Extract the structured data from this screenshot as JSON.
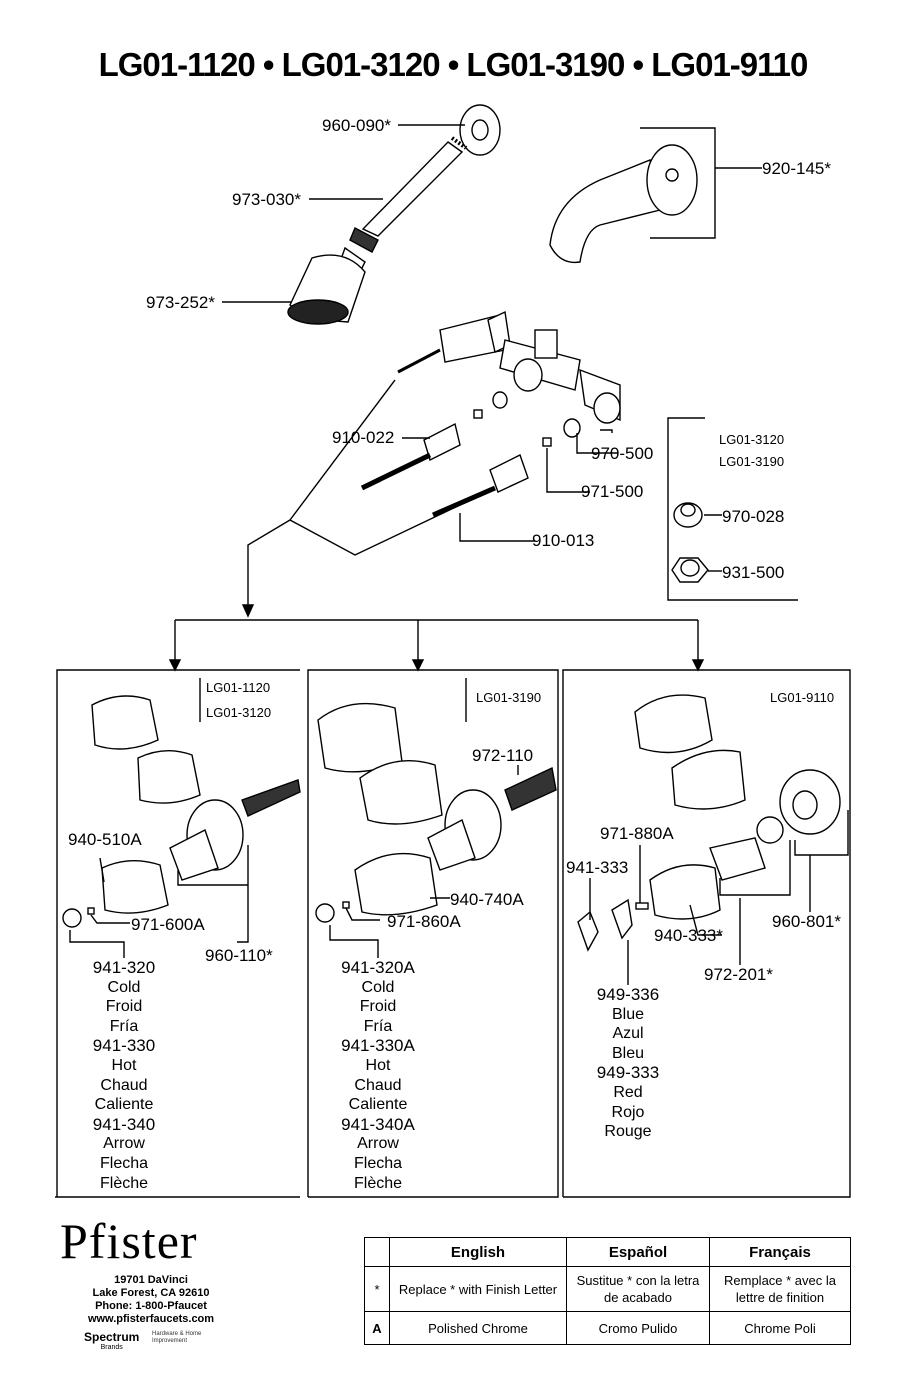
{
  "title": "LG01-1120 • LG01-3120 • LG01-3190 • LG01-9110",
  "parts": {
    "escutcheon_shower": "960-090*",
    "shower_arm": "973-030*",
    "shower_head": "973-252*",
    "tub_spout": "920-145*",
    "stem_922": "910-022",
    "seat_970": "970-500",
    "screw_971": "971-500",
    "stem_913": "910-013",
    "seat_970_028": "970-028",
    "nut_931": "931-500"
  },
  "models_upper": [
    "LG01-3120",
    "LG01-3190"
  ],
  "panel1": {
    "models": [
      "LG01-1120",
      "LG01-3120"
    ],
    "handle": "940-510A",
    "screw": "971-600A",
    "escutcheon": "960-110*",
    "caps": [
      "941-320",
      "Cold",
      "Froid",
      "Fría",
      "941-330",
      "Hot",
      "Chaud",
      "Caliente",
      "941-340",
      "Arrow",
      "Flecha",
      "Flèche"
    ]
  },
  "panel2": {
    "model": "LG01-3190",
    "sleeve": "972-110",
    "handle": "940-740A",
    "screw": "971-860A",
    "caps": [
      "941-320A",
      "Cold",
      "Froid",
      "Fría",
      "941-330A",
      "Hot",
      "Chaud",
      "Caliente",
      "941-340A",
      "Arrow",
      "Flecha",
      "Flèche"
    ]
  },
  "panel3": {
    "model": "LG01-9110",
    "screw": "971-880A",
    "index": "941-333",
    "handle": "940-333*",
    "sleeve": "972-201*",
    "escutcheon": "960-801*",
    "caps": [
      "949-336",
      "Blue",
      "Azul",
      "Bleu",
      "949-333",
      "Red",
      "Rojo",
      "Rouge"
    ]
  },
  "brand": {
    "logo": "Pfister",
    "address": [
      "19701 DaVinci",
      "Lake Forest, CA 92610",
      "Phone: 1-800-Pfaucet",
      "www.pfisterfaucets.com"
    ],
    "parent": "Spectrum",
    "parent_sub": "Brands",
    "parent_tag": "Hardware & Home Improvement"
  },
  "legend": {
    "headers": [
      "English",
      "Español",
      "Français"
    ],
    "rows": [
      {
        "key": "*",
        "en": "Replace * with Finish Letter",
        "es": "Sustitue * con la letra de acabado",
        "fr": "Remplace * avec la lettre de finition"
      },
      {
        "key": "A",
        "en": "Polished Chrome",
        "es": "Cromo Pulido",
        "fr": "Chrome Poli"
      }
    ]
  }
}
